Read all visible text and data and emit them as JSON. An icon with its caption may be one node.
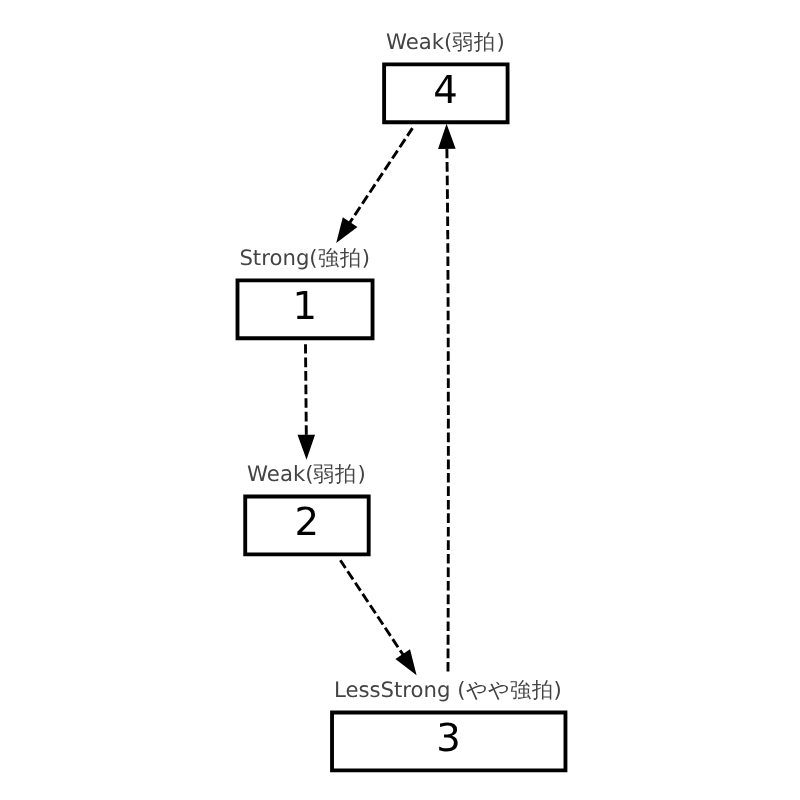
{
  "diagram": {
    "nodes": [
      {
        "text": [
          "4"
        ],
        "beside": [
          "Weak(弱拍)"
        ]
      },
      {
        "text": [
          "2"
        ],
        "beside": [
          "Weak(弱拍)"
        ]
      },
      {
        "text": [
          "3"
        ],
        "beside": [
          "LessStrong (やや強拍)"
        ]
      },
      {
        "text": [
          "1"
        ],
        "beside": [
          "Strong(強拍)"
        ]
      }
    ],
    "edges": [
      {
        "from": 3,
        "to": 1,
        "arrow": "to",
        "style": "dashed"
      },
      {
        "from": 1,
        "to": 2,
        "arrow": "to",
        "style": "dashed"
      },
      {
        "from": 2,
        "to": 0,
        "arrow": "to",
        "style": "dashed"
      },
      {
        "from": 0,
        "to": 3,
        "arrow": "to",
        "style": "dashed"
      }
    ]
  }
}
